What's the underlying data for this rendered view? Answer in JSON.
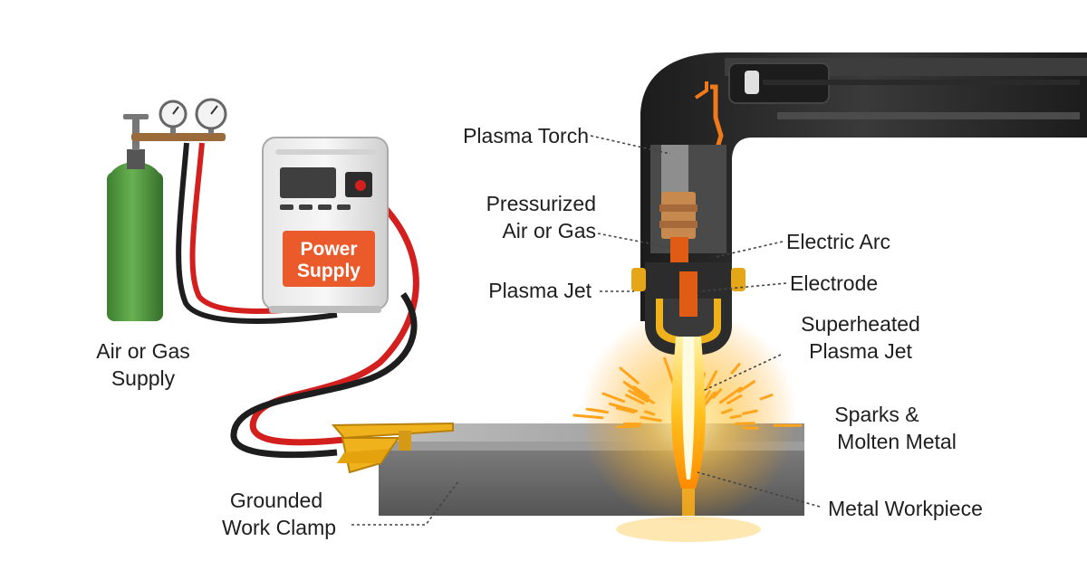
{
  "labels": {
    "plasma_torch": "Plasma Torch",
    "pressurized_1": "Pressurized",
    "pressurized_2": "Air or Gas",
    "plasma_jet": "Plasma Jet",
    "electric_arc": "Electric Arc",
    "electrode": "Electrode",
    "superheated_1": "Superheated",
    "superheated_2": "Plasma Jet",
    "sparks_1": "Sparks &",
    "sparks_2": "Molten Metal",
    "workpiece": "Metal Workpiece",
    "clamp_1": "Grounded",
    "clamp_2": "Work Clamp",
    "gas_1": "Air or Gas",
    "gas_2": "Supply"
  },
  "power_supply": {
    "line_1": "Power",
    "line_2": "Supply"
  },
  "colors": {
    "cylinder": "#4f9a3f",
    "power_panel": "#ea5a2b",
    "cable_red": "#d41f1f",
    "cable_black": "#1e1e1e",
    "torch_body": "#2b2b2b",
    "clamp": "#f0b21c",
    "workpiece": "#6e6e6e",
    "flame": "#ffb21a"
  }
}
